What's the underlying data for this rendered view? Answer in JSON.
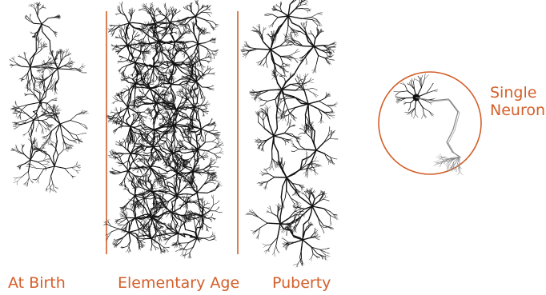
{
  "stages": [
    {
      "id": "birth",
      "label": "At Birth"
    },
    {
      "id": "elementary",
      "label": "Elementary Age"
    },
    {
      "id": "puberty",
      "label": "Puberty"
    }
  ],
  "single_neuron": {
    "line1": "Single",
    "line2": "Neuron"
  },
  "colors": {
    "accent": "#d35f2a",
    "ink": "#111111",
    "light_ink": "#888888",
    "background": "#ffffff"
  }
}
